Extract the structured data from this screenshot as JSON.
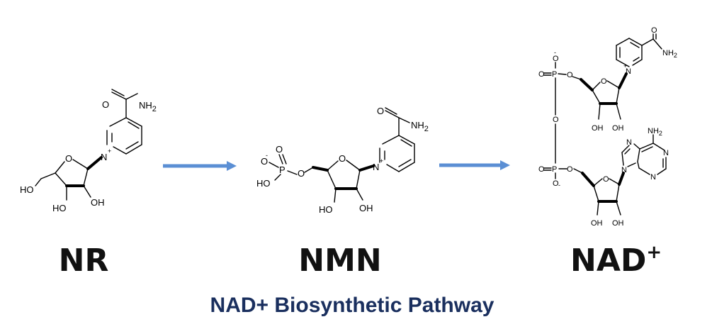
{
  "title": "NAD+ Biosynthetic Pathway",
  "compounds": [
    {
      "id": "nr",
      "label": "NR",
      "superscript": ""
    },
    {
      "id": "nmn",
      "label": "NMN",
      "superscript": ""
    },
    {
      "id": "nad",
      "label": "NAD",
      "superscript": "+"
    }
  ],
  "atoms": {
    "o": "O",
    "nh2": "NH",
    "sub2": "2",
    "n": "N",
    "plus": "+",
    "minus": "-",
    "ho": "HO",
    "oh": "OH",
    "p": "P"
  },
  "colors": {
    "arrow": "#5b8fd4",
    "title": "#1a2f5e",
    "labels": "#111111"
  }
}
